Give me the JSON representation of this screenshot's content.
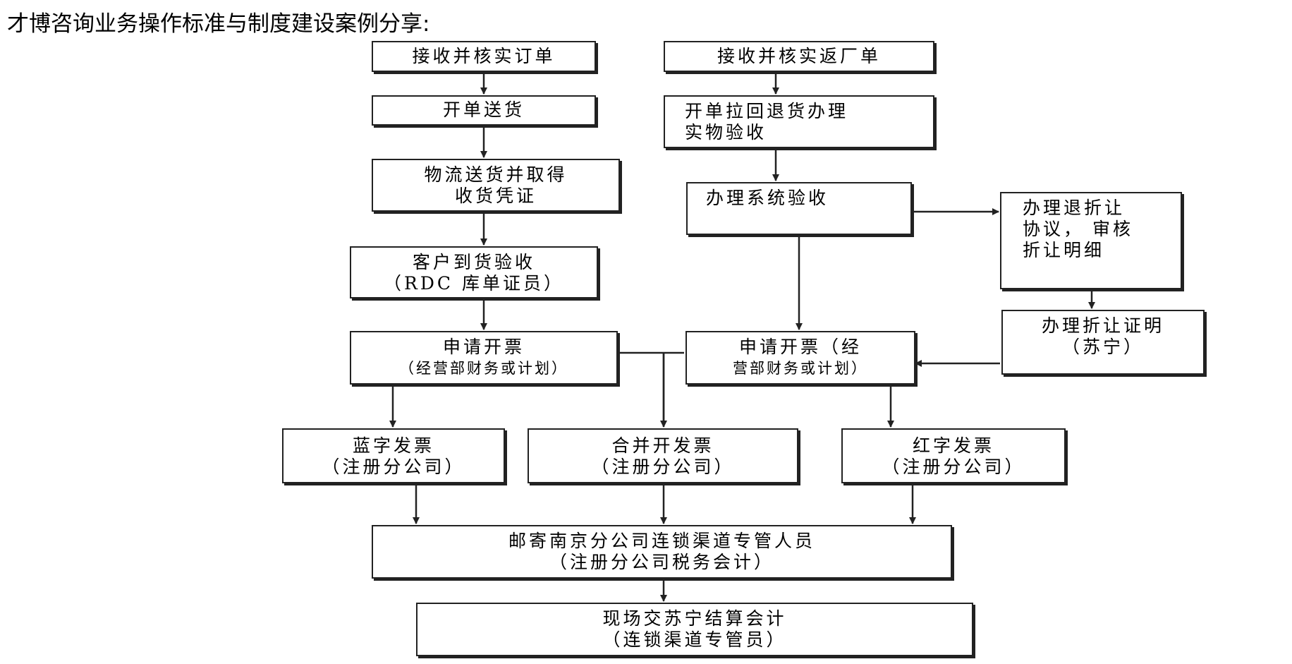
{
  "page": {
    "title": "才博咨询业务操作标准与制度建设案例分享:"
  },
  "flowchart": {
    "left_column": {
      "receive_order": "接收并核实订单",
      "issue_delivery": "开单送货",
      "logistics": [
        "物流送货并取得",
        "收货凭证"
      ],
      "customer_acceptance": [
        "客户到货验收",
        "（RDC 库单证员）"
      ],
      "apply_invoice": [
        "申请开票",
        "（经营部财务或计划）"
      ]
    },
    "right_column": {
      "receive_return": "接收并核实返厂单",
      "return_goods": [
        "开单拉回退货办理",
        "实物验收"
      ],
      "system_acceptance": "办理系统验收",
      "discount_agreement": [
        "办理退折让",
        "协议， 审核",
        "折让明细"
      ],
      "discount_certificate": [
        "办理折让证明",
        "（苏宁）"
      ],
      "apply_invoice": [
        "申请开票（经",
        "营部财务或计划）"
      ]
    },
    "invoices": {
      "blue": [
        "蓝字发票",
        "（注册分公司）"
      ],
      "merged": [
        "合并开发票",
        "（注册分公司）"
      ],
      "red": [
        "红字发票",
        "（注册分公司）"
      ]
    },
    "mail": [
      "邮寄南京分公司连锁渠道专管人员",
      "（注册分公司税务会计）"
    ],
    "settlement": [
      "现场交苏宁结算会计",
      "（连锁渠道专管员）"
    ]
  },
  "colors": {
    "line": "#222222",
    "background": "#ffffff"
  }
}
